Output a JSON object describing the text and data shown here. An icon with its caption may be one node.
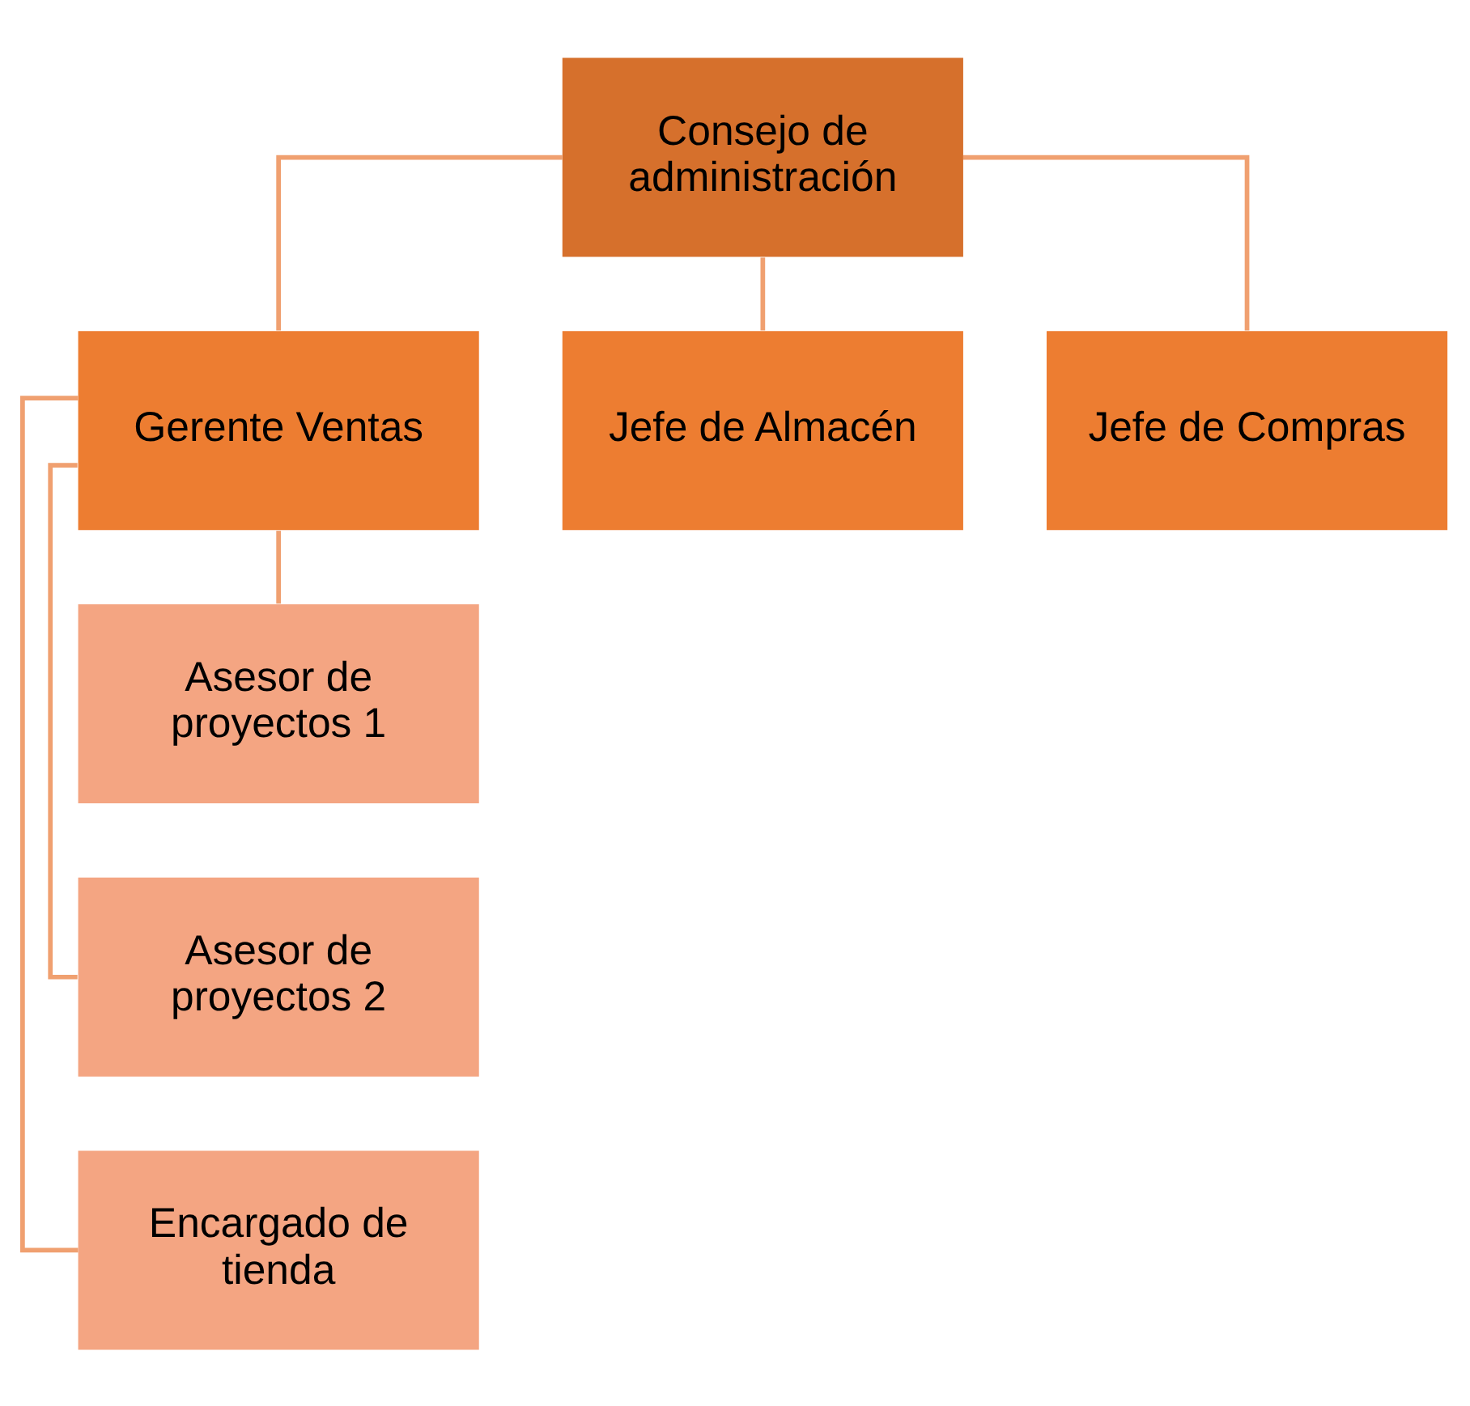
{
  "diagram": {
    "nodes": [
      {
        "text": [
          "Consejo de administración"
        ]
      },
      {
        "text": [
          "Gerente Ventas"
        ]
      },
      {
        "text": [
          "Jefe de Almacén"
        ]
      },
      {
        "text": [
          "Jefe de Compras"
        ]
      },
      {
        "text": [
          "Asesor de proyectos 1"
        ]
      },
      {
        "text": [
          "Asesor de proyectos 2"
        ]
      },
      {
        "text": [
          "Encargado de tienda"
        ]
      }
    ],
    "edges": [
      {
        "from": 0,
        "to": 1,
        "arrow": "none"
      },
      {
        "from": 0,
        "to": 2,
        "arrow": "none"
      },
      {
        "from": 0,
        "to": 3,
        "arrow": "none"
      },
      {
        "from": 1,
        "to": 4,
        "arrow": "none"
      },
      {
        "from": 1,
        "to": 5,
        "arrow": "none"
      },
      {
        "from": 1,
        "to": 6,
        "arrow": "none"
      }
    ]
  }
}
